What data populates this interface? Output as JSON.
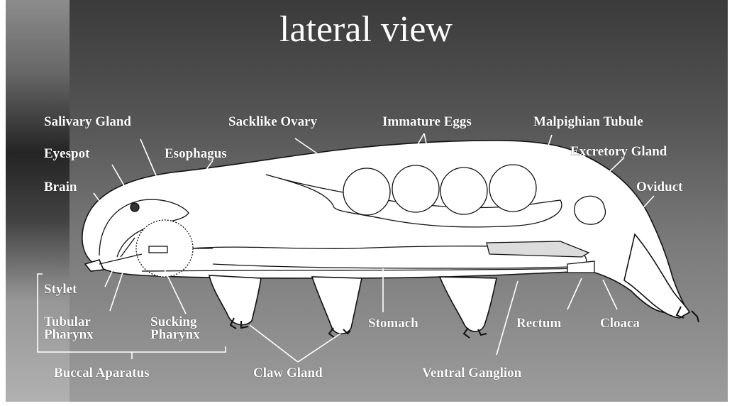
{
  "title": "lateral view",
  "labels": {
    "salivary_gland": "Salivary Gland",
    "sacklike_ovary": "Sacklike Ovary",
    "immature_eggs": "Immature Eggs",
    "malpighian_tubule": "Malpighian Tubule",
    "eyespot": "Eyespot",
    "esophagus": "Esophagus",
    "excretory_gland": "Excretory Gland",
    "brain": "Brain",
    "oviduct": "Oviduct",
    "stylet": "Stylet",
    "tubular_pharynx_1": "Tubular",
    "tubular_pharynx_2": "Pharynx",
    "sucking_pharynx_1": "Sucking",
    "sucking_pharynx_2": "Pharynx",
    "stomach": "Stomach",
    "rectum": "Rectum",
    "cloaca": "Cloaca",
    "buccal_aparatus": "Buccal Aparatus",
    "claw_gland": "Claw Gland",
    "ventral_ganglion": "Ventral Ganglion"
  },
  "colors": {
    "body_fill": "#ffffff",
    "outline": "#111111",
    "leader_line": "#ffffff",
    "label_text": "#ffffff",
    "tubule_fill": "#dcdcdc"
  }
}
